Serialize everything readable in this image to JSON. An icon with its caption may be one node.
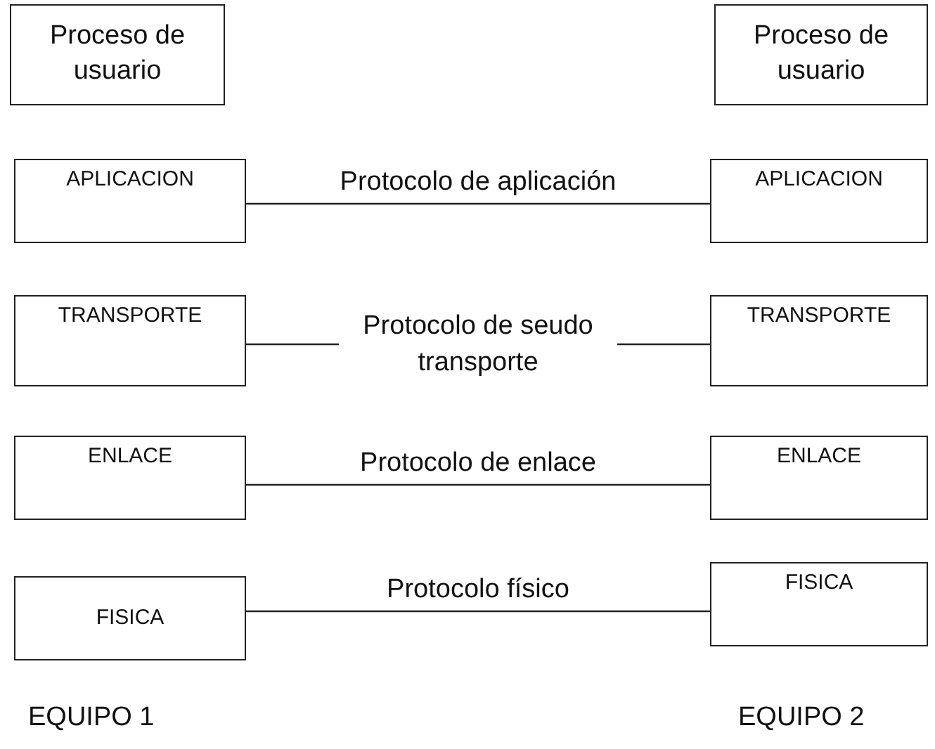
{
  "diagram": {
    "nodes": [
      {
        "text": [
          "Proceso de usuario"
        ]
      },
      {
        "text": [
          "Proceso de usuario"
        ]
      },
      {
        "text": [
          "APLICACION"
        ]
      },
      {
        "text": [
          "APLICACION"
        ]
      },
      {
        "text": [
          "TRANSPORTE"
        ]
      },
      {
        "text": [
          "TRANSPORTE"
        ]
      },
      {
        "text": [
          "ENLACE"
        ]
      },
      {
        "text": [
          "ENLACE"
        ]
      },
      {
        "text": [
          "FISICA"
        ]
      },
      {
        "text": [
          "FISICA"
        ]
      }
    ],
    "edges": [
      {
        "from": 2,
        "to": 3,
        "arrow": "none",
        "label": "Protocolo de aplicación"
      },
      {
        "from": 4,
        "to": 5,
        "arrow": "none",
        "label": "Protocolo de seudo transporte"
      },
      {
        "from": 6,
        "to": 7,
        "arrow": "none",
        "label": "Protocolo de enlace"
      },
      {
        "from": 8,
        "to": 9,
        "arrow": "none",
        "label": "Protocolo físico"
      }
    ],
    "labels": [
      "EQUIPO 1",
      "EQUIPO 2"
    ]
  }
}
